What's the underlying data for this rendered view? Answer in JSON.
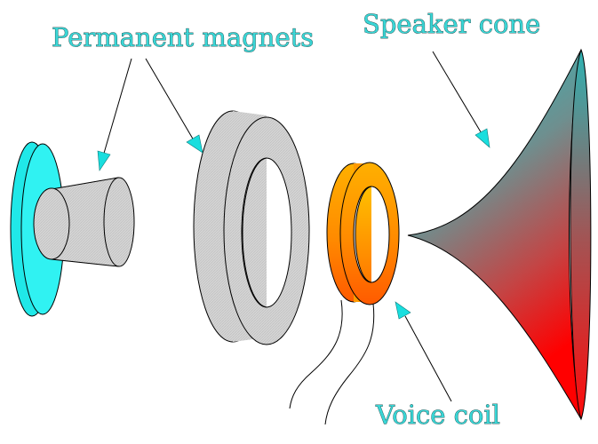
{
  "labels": {
    "permanent_magnets": "Permanent magnets",
    "speaker_cone": "Speaker cone",
    "voice_coil": "Voice coil"
  },
  "colors": {
    "label_text": "#3ad6d6",
    "arrow_fill": "#19dede",
    "back_plate": "#2ef0f0",
    "magnet_gray": "#d2d2d2",
    "coil_outer": "#ff6a00",
    "coil_inner": "#ffb000",
    "cone_top": "#23c7c7",
    "cone_bottom": "#ff0000"
  },
  "icons": [
    "arrow-icon"
  ]
}
